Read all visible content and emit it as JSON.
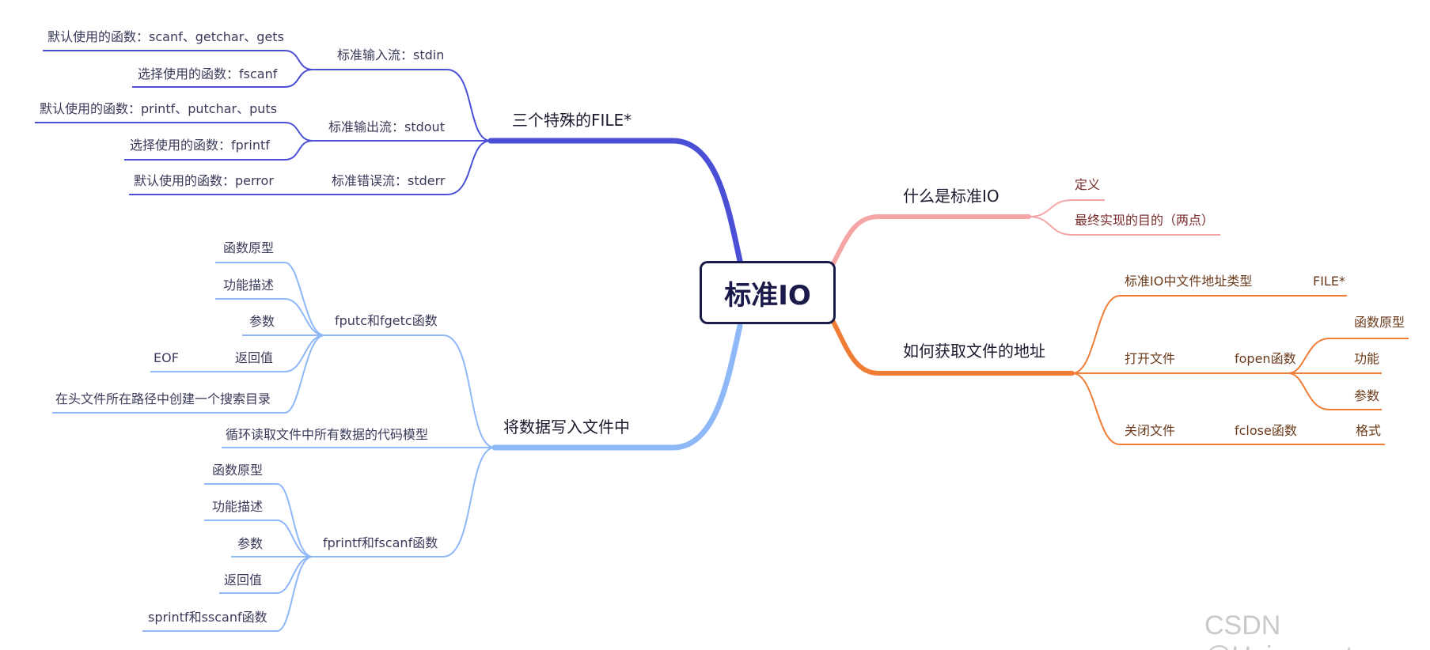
{
  "root": {
    "label": "标准IO"
  },
  "colors": {
    "blue": "#4a4fd6",
    "lightblue": "#8eb8f7",
    "pink": "#f5a5a5",
    "orange": "#f07d36",
    "root_border": "#1b1b4b"
  },
  "branches": {
    "file3": {
      "label": "三个特殊的FILE*",
      "stdin": {
        "label": "标准输入流：stdin",
        "children": [
          "默认使用的函数：scanf、getchar、gets",
          "选择使用的函数：fscanf"
        ]
      },
      "stdout": {
        "label": "标准输出流：stdout",
        "children": [
          "默认使用的函数：printf、putchar、puts",
          "选择使用的函数：fprintf"
        ]
      },
      "stderr": {
        "label": "标准错误流：stderr",
        "children": [
          "默认使用的函数：perror"
        ]
      }
    },
    "write": {
      "label": "将数据写入文件中",
      "fputc": {
        "label": "fputc和fgetc函数",
        "children": [
          "函数原型",
          "功能描述",
          "参数",
          "返回值",
          "在头文件所在路径中创建一个搜索目录"
        ],
        "eof": "EOF"
      },
      "loop": "循环读取文件中所有数据的代码模型",
      "fprintf": {
        "label": "fprintf和fscanf函数",
        "children": [
          "函数原型",
          "功能描述",
          "参数",
          "返回值",
          "sprintf和sscanf函数"
        ]
      }
    },
    "what": {
      "label": "什么是标准IO",
      "children": [
        "定义",
        "最终实现的目的（两点）"
      ]
    },
    "how": {
      "label": "如何获取文件的地址",
      "type": {
        "label": "标准IO中文件地址类型",
        "child": "FILE*"
      },
      "open": {
        "label": "打开文件",
        "func": "fopen函数",
        "children": [
          "函数原型",
          "功能",
          "参数"
        ]
      },
      "close": {
        "label": "关闭文件",
        "func": "fclose函数",
        "child": "格式"
      }
    }
  },
  "watermark": "CSDN @Unique_yt"
}
